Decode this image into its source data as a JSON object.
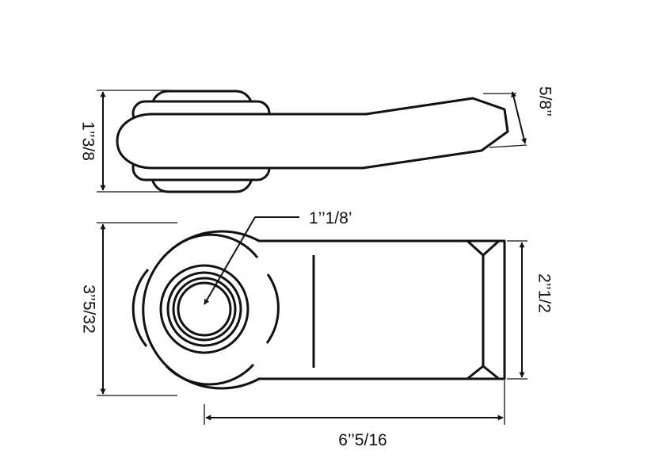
{
  "colors": {
    "line": "#111111",
    "background": "#ffffff"
  },
  "dimensions": {
    "head_thickness": "1’’3/8",
    "tip_thickness": "5/8’’",
    "bore_diameter": "1’’1/8’",
    "eye_height": "3’’5/32",
    "shank_height": "2’’1/2",
    "shank_length": "6’’5/16"
  }
}
